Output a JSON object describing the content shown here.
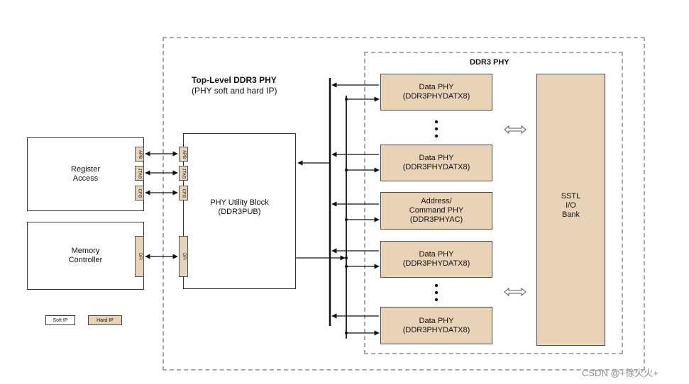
{
  "top_level": {
    "title": "Top-Level DDR3 PHY",
    "subtitle": "(PHY soft and hard IP)"
  },
  "ddr3_phy": {
    "title": "DDR3 PHY"
  },
  "register_access": {
    "label": "Register\nAccess"
  },
  "memory_controller": {
    "label": "Memory\nController"
  },
  "pub": {
    "label": "PHY Utility Block\n(DDR3PUB)"
  },
  "ports": {
    "apb": "APB",
    "jtag": "JTAG",
    "cfg": "CFG",
    "dfi": "DFI"
  },
  "phy_blocks": {
    "datx8_1": "Data PHY\n(DDR3PHYDATX8)",
    "datx8_2": "Data PHY\n(DDR3PHYDATX8)",
    "ac": "Address/\nCommand PHY\n(DDR3PHYAC)",
    "datx8_3": "Data PHY\n(DDR3PHYDATX8)",
    "datx8_4": "Data PHY\n(DDR3PHYDATX8)"
  },
  "sstl": {
    "label": "SSTL\nI/O\nBank"
  },
  "legend": {
    "soft": "Soft IP",
    "hard": "Hard IP"
  },
  "watermark": "CSDN @+徐火火+",
  "colors": {
    "hard_ip": "#e8d3b6",
    "line": "#111111",
    "border": "#333333",
    "dashed": "#a9a9a9"
  }
}
